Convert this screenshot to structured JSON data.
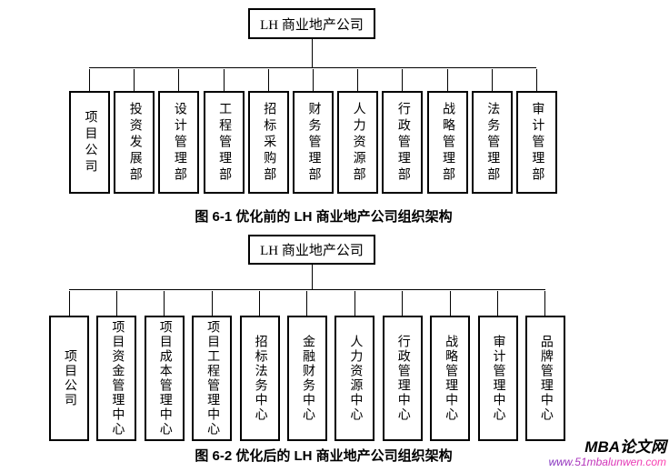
{
  "charts": [
    {
      "id": "before",
      "root_label": "LH 商业地产公司",
      "children": [
        "项目公司",
        "投资发展部",
        "设计管理部",
        "工程管理部",
        "招标采购部",
        "财务管理部",
        "人力资源部",
        "行政管理部",
        "战略管理部",
        "法务管理部",
        "审计管理部"
      ],
      "caption": "图 6-1 优化前的 LH 商业地产公司组织架构"
    },
    {
      "id": "after",
      "root_label": "LH 商业地产公司",
      "children": [
        "项目公司",
        "项目资金管理中心",
        "项目成本管理中心",
        "项目工程管理中心",
        "招标法务中心",
        "金融财务中心",
        "人力资源中心",
        "行政管理中心",
        "战略管理中心",
        "审计管理中心",
        "品牌管理中心"
      ],
      "caption": "图 6-2 优化后的 LH 商业地产公司组织架构"
    }
  ],
  "watermark": {
    "title": "MBA论文网",
    "url": "www.51mbalunwen.com",
    "title_color": "#000000",
    "url_gradient": [
      "#7b2fbe",
      "#d632b8",
      "#ff3fae"
    ]
  },
  "colors": {
    "line": "#000000",
    "box_border": "#000000",
    "text": "#000000",
    "background": "#ffffff"
  }
}
